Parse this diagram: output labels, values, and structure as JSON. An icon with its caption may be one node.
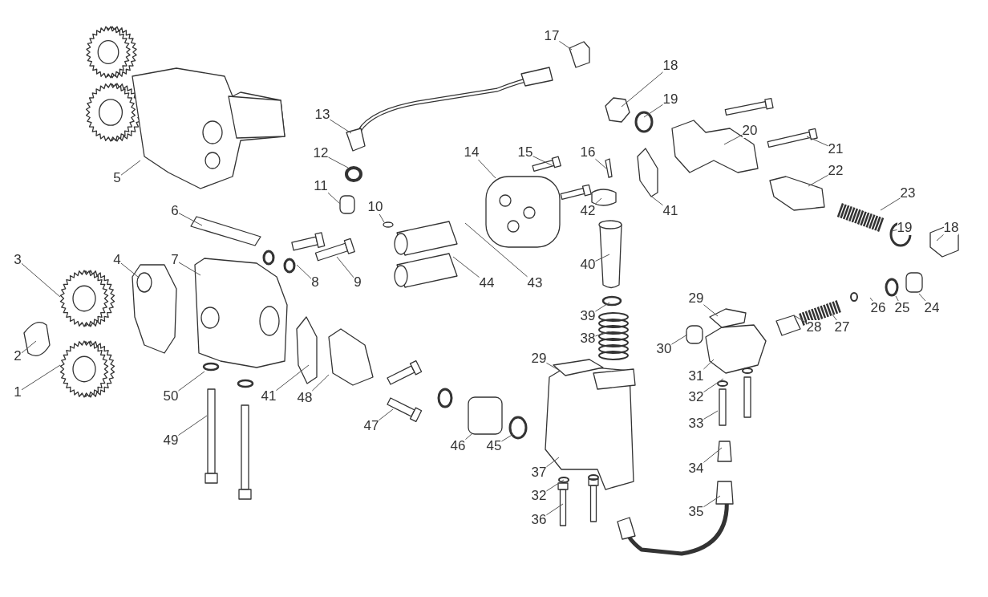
{
  "diagram": {
    "nodes": [
      {
        "text": [
          "17"
        ]
      },
      {
        "text": [
          "18"
        ]
      },
      {
        "text": [
          "19"
        ]
      },
      {
        "text": [
          "13"
        ]
      },
      {
        "text": [
          "14"
        ]
      },
      {
        "text": [
          "15"
        ]
      },
      {
        "text": [
          "16"
        ]
      },
      {
        "text": [
          "20"
        ]
      },
      {
        "text": [
          "21"
        ]
      },
      {
        "text": [
          "22"
        ]
      },
      {
        "text": [
          "5"
        ]
      },
      {
        "text": [
          "12"
        ]
      },
      {
        "text": [
          "11"
        ]
      },
      {
        "text": [
          "10"
        ]
      },
      {
        "text": [
          "6"
        ]
      },
      {
        "text": [
          "42"
        ]
      },
      {
        "text": [
          "41"
        ]
      },
      {
        "text": [
          "23"
        ]
      },
      {
        "text": [
          "19"
        ]
      },
      {
        "text": [
          "18"
        ]
      },
      {
        "text": [
          "3"
        ]
      },
      {
        "text": [
          "4"
        ]
      },
      {
        "text": [
          "7"
        ]
      },
      {
        "text": [
          "40"
        ]
      },
      {
        "text": [
          "8"
        ]
      },
      {
        "text": [
          "9"
        ]
      },
      {
        "text": [
          "44"
        ]
      },
      {
        "text": [
          "43"
        ]
      },
      {
        "text": [
          "2"
        ]
      },
      {
        "text": [
          "29"
        ]
      },
      {
        "text": [
          "24"
        ]
      },
      {
        "text": [
          "25"
        ]
      },
      {
        "text": [
          "26"
        ]
      },
      {
        "text": [
          "27"
        ]
      },
      {
        "text": [
          "28"
        ]
      },
      {
        "text": [
          "39"
        ]
      },
      {
        "text": [
          "38"
        ]
      },
      {
        "text": [
          "30"
        ]
      },
      {
        "text": [
          "1"
        ]
      },
      {
        "text": [
          "29"
        ]
      },
      {
        "text": [
          "50"
        ]
      },
      {
        "text": [
          "41"
        ]
      },
      {
        "text": [
          "48"
        ]
      },
      {
        "text": [
          "31"
        ]
      },
      {
        "text": [
          "32"
        ]
      },
      {
        "text": [
          "47"
        ]
      },
      {
        "text": [
          "33"
        ]
      },
      {
        "text": [
          "49"
        ]
      },
      {
        "text": [
          "46"
        ]
      },
      {
        "text": [
          "45"
        ]
      },
      {
        "text": [
          "34"
        ]
      },
      {
        "text": [
          "37"
        ]
      },
      {
        "text": [
          "32"
        ]
      },
      {
        "text": [
          "35"
        ]
      },
      {
        "text": [
          "36"
        ]
      }
    ],
    "edges": [
      {
        "from": 0,
        "to": null,
        "arrow": "none"
      },
      {
        "from": 1,
        "to": null,
        "arrow": "none"
      },
      {
        "from": 2,
        "to": null,
        "arrow": "none"
      },
      {
        "from": 3,
        "to": null,
        "arrow": "none"
      },
      {
        "from": 4,
        "to": null,
        "arrow": "none"
      },
      {
        "from": 5,
        "to": null,
        "arrow": "none"
      },
      {
        "from": 6,
        "to": null,
        "arrow": "none"
      },
      {
        "from": 7,
        "to": null,
        "arrow": "none"
      },
      {
        "from": 8,
        "to": null,
        "arrow": "none"
      },
      {
        "from": 9,
        "to": null,
        "arrow": "none"
      },
      {
        "from": 10,
        "to": null,
        "arrow": "none"
      },
      {
        "from": 11,
        "to": null,
        "arrow": "none"
      },
      {
        "from": 12,
        "to": null,
        "arrow": "none"
      },
      {
        "from": 13,
        "to": null,
        "arrow": "none"
      },
      {
        "from": 14,
        "to": null,
        "arrow": "none"
      },
      {
        "from": 15,
        "to": null,
        "arrow": "none"
      },
      {
        "from": 16,
        "to": null,
        "arrow": "none"
      },
      {
        "from": 17,
        "to": null,
        "arrow": "none"
      },
      {
        "from": 18,
        "to": null,
        "arrow": "none"
      },
      {
        "from": 19,
        "to": null,
        "arrow": "none"
      },
      {
        "from": 20,
        "to": null,
        "arrow": "none"
      },
      {
        "from": 21,
        "to": null,
        "arrow": "none"
      },
      {
        "from": 22,
        "to": null,
        "arrow": "none"
      },
      {
        "from": 23,
        "to": null,
        "arrow": "none"
      },
      {
        "from": 24,
        "to": null,
        "arrow": "none"
      },
      {
        "from": 25,
        "to": null,
        "arrow": "none"
      },
      {
        "from": 26,
        "to": null,
        "arrow": "none"
      },
      {
        "from": 27,
        "to": null,
        "arrow": "none"
      },
      {
        "from": 28,
        "to": null,
        "arrow": "none"
      },
      {
        "from": 29,
        "to": null,
        "arrow": "none"
      },
      {
        "from": 30,
        "to": null,
        "arrow": "none"
      },
      {
        "from": 31,
        "to": null,
        "arrow": "none"
      },
      {
        "from": 32,
        "to": null,
        "arrow": "none"
      },
      {
        "from": 33,
        "to": null,
        "arrow": "none"
      },
      {
        "from": 34,
        "to": null,
        "arrow": "none"
      },
      {
        "from": 35,
        "to": null,
        "arrow": "none"
      },
      {
        "from": 36,
        "to": null,
        "arrow": "none"
      },
      {
        "from": 37,
        "to": null,
        "arrow": "none"
      },
      {
        "from": 38,
        "to": null,
        "arrow": "none"
      },
      {
        "from": 39,
        "to": null,
        "arrow": "none"
      },
      {
        "from": 40,
        "to": null,
        "arrow": "none"
      },
      {
        "from": 41,
        "to": null,
        "arrow": "none"
      },
      {
        "from": 42,
        "to": null,
        "arrow": "none"
      },
      {
        "from": 43,
        "to": null,
        "arrow": "none"
      },
      {
        "from": 44,
        "to": null,
        "arrow": "none"
      },
      {
        "from": 45,
        "to": null,
        "arrow": "none"
      },
      {
        "from": 46,
        "to": null,
        "arrow": "none"
      },
      {
        "from": 47,
        "to": null,
        "arrow": "none"
      },
      {
        "from": 48,
        "to": null,
        "arrow": "none"
      },
      {
        "from": 49,
        "to": null,
        "arrow": "none"
      },
      {
        "from": 50,
        "to": null,
        "arrow": "none"
      },
      {
        "from": 51,
        "to": null,
        "arrow": "none"
      },
      {
        "from": 52,
        "to": null,
        "arrow": "none"
      },
      {
        "from": 53,
        "to": null,
        "arrow": "none"
      },
      {
        "from": 54,
        "to": null,
        "arrow": "none"
      }
    ]
  }
}
